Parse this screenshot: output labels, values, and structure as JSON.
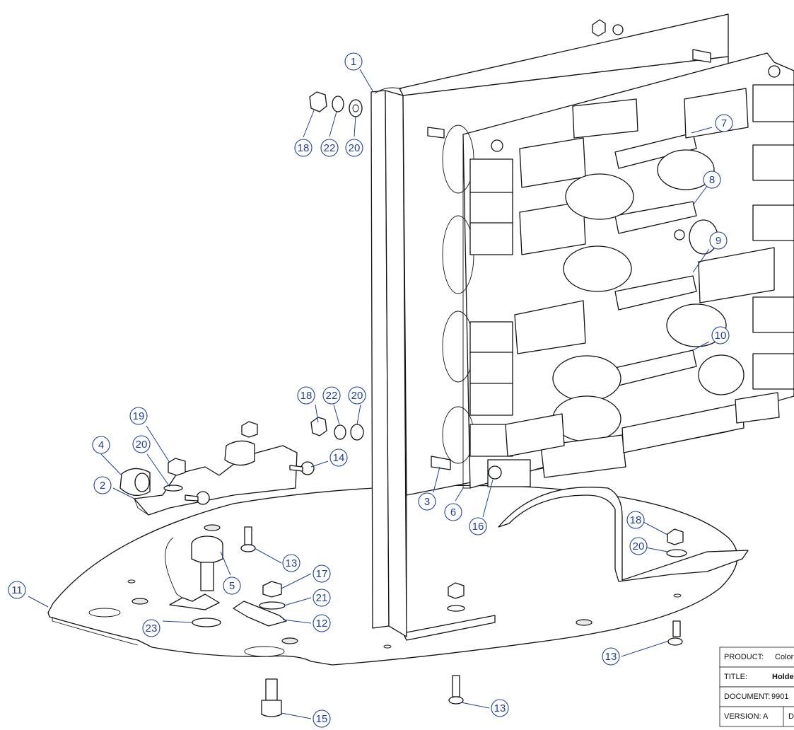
{
  "balloons": [
    {
      "id": "b1",
      "text": "1"
    },
    {
      "id": "b2",
      "text": "2"
    },
    {
      "id": "b3",
      "text": "3"
    },
    {
      "id": "b4",
      "text": "4"
    },
    {
      "id": "b5",
      "text": "5"
    },
    {
      "id": "b6",
      "text": "6"
    },
    {
      "id": "b7",
      "text": "7"
    },
    {
      "id": "b8",
      "text": "8"
    },
    {
      "id": "b9",
      "text": "9"
    },
    {
      "id": "b10",
      "text": "10"
    },
    {
      "id": "b11",
      "text": "11"
    },
    {
      "id": "b12",
      "text": "12"
    },
    {
      "id": "b13a",
      "text": "13"
    },
    {
      "id": "b13b",
      "text": "13"
    },
    {
      "id": "b13c",
      "text": "13"
    },
    {
      "id": "b14",
      "text": "14"
    },
    {
      "id": "b15",
      "text": "15"
    },
    {
      "id": "b16",
      "text": "16"
    },
    {
      "id": "b17",
      "text": "17"
    },
    {
      "id": "b18a",
      "text": "18"
    },
    {
      "id": "b18b",
      "text": "18"
    },
    {
      "id": "b18c",
      "text": "18"
    },
    {
      "id": "b19",
      "text": "19"
    },
    {
      "id": "b20a",
      "text": "20"
    },
    {
      "id": "b20b",
      "text": "20"
    },
    {
      "id": "b20c",
      "text": "20"
    },
    {
      "id": "b20d",
      "text": "20"
    },
    {
      "id": "b21",
      "text": "21"
    },
    {
      "id": "b22a",
      "text": "22"
    },
    {
      "id": "b22b",
      "text": "22"
    },
    {
      "id": "b23",
      "text": "23"
    }
  ],
  "title_block": {
    "product_label": "PRODUCT:",
    "product_value": "Color",
    "title_label": "TITLE:",
    "title_value": "Holde",
    "document_label": "DOCUMENT:",
    "document_value": "9901",
    "version_label": "VERSION: A",
    "version_next": "D"
  },
  "colors": {
    "balloon": "#1f3f9a",
    "line": "#111111"
  }
}
